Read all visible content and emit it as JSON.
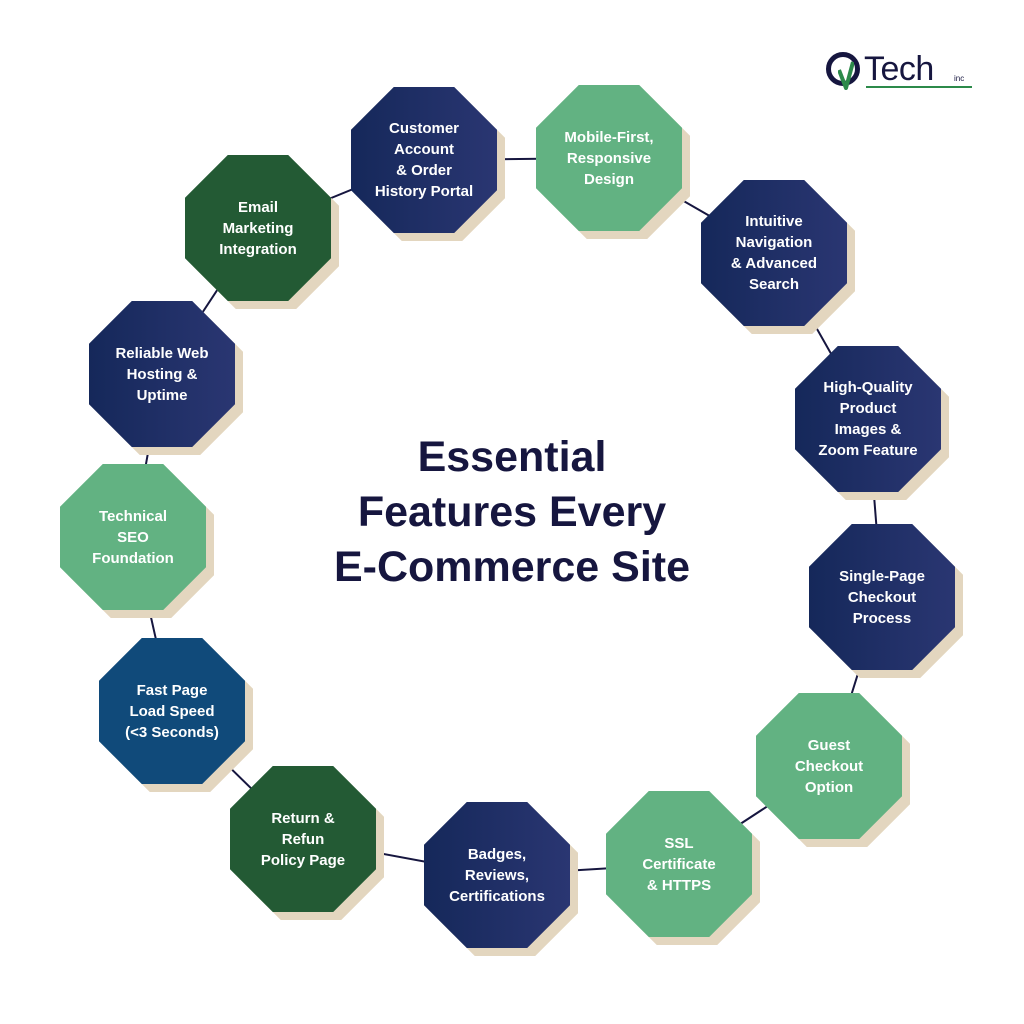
{
  "title": "Essential\nFeatures Every\nE-Commerce Site",
  "logo": {
    "text": "Tech",
    "suffix": "inc"
  },
  "colors": {
    "navy": "#1b2a62",
    "blue": "#104a7a",
    "dark_green": "#235a34",
    "light_green": "#62b282",
    "shadow": "#e3d6bf",
    "ring_line": "#16163f",
    "title": "#16163f",
    "logo_accent": "#2c8a4a"
  },
  "features": [
    {
      "label": "Customer\nAccount\n& Order\nHistory Portal",
      "color": "navy"
    },
    {
      "label": "Mobile-First,\nResponsive\nDesign",
      "color": "light_green"
    },
    {
      "label": "Intuitive\nNavigation\n& Advanced\nSearch",
      "color": "navy"
    },
    {
      "label": "High-Quality\nProduct\nImages &\nZoom Feature",
      "color": "navy"
    },
    {
      "label": "Single-Page\nCheckout\nProcess",
      "color": "navy"
    },
    {
      "label": "Guest\nCheckout\nOption",
      "color": "light_green"
    },
    {
      "label": "SSL\nCertificate\n& HTTPS",
      "color": "light_green"
    },
    {
      "label": "Badges,\nReviews,\nCertifications",
      "color": "navy"
    },
    {
      "label": "Return &\nRefun\nPolicy Page",
      "color": "dark_green"
    },
    {
      "label": "Fast Page\nLoad Speed\n(<3 Seconds)",
      "color": "blue"
    },
    {
      "label": "Technical\nSEO\nFoundation",
      "color": "light_green"
    },
    {
      "label": "Reliable Web\nHosting &\nUptime",
      "color": "navy"
    },
    {
      "label": "Email\nMarketing\nIntegration",
      "color": "dark_green"
    }
  ]
}
